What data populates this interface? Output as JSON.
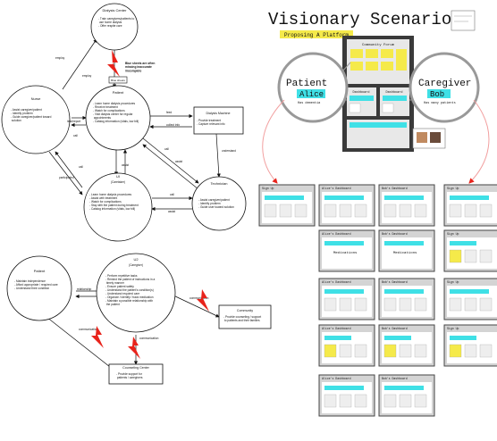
{
  "top_diagram": {
    "nodes": {
      "dialysis_center": {
        "title": "Dialysis Center",
        "lines": [
          "- Train caregivers/patients to",
          "  use home dialysis",
          "- Offer respite care"
        ]
      },
      "nurse": {
        "title": "Nurse",
        "lines": [
          "- Assist caregiver/patient",
          "- Identify problem",
          "- Guide caregiver/patient toward",
          "  solution"
        ]
      },
      "patient": {
        "title": "Patient",
        "lines": [
          "- Learn home dialysis procedures",
          "- Receive treatment",
          "- Watch for complications",
          "- Visit dialysis center for regular",
          "  appointments",
          "- Catalog information (vitals, low bill)"
        ]
      },
      "dialysis_machine": {
        "title": "Dialysis Machine",
        "lines": [
          "- Provide treatment",
          "- Capture relevant info"
        ]
      },
      "ui": {
        "title": "UI",
        "subtitle": "(Caretaker)",
        "lines": [
          "- Learn home dialysis procedures",
          "- Assist with treatment",
          "- Watch for complications",
          "- Stay with the patient during treatment",
          "- Catalog information (vitals, low bill)"
        ]
      },
      "technician": {
        "title": "Technician",
        "lines": [
          "- Assist caregiver/patient",
          "- Identify problem",
          "- Guide user toward solution"
        ]
      }
    },
    "edges": {
      "employ": "employ",
      "employ2": "employ",
      "leachreport": "lead/report",
      "call1": "call",
      "call2": "call",
      "participated": "participated",
      "assist1": "assist",
      "assist2": "assist",
      "feed": "feed",
      "collect": "collect info",
      "call3": "call",
      "call4": "call",
      "assist3": "assist",
      "understand": "understand"
    },
    "note": "Blue sheets are often missing inaccurate /incomplete",
    "note_label": "Blue sheets"
  },
  "bottom_diagram": {
    "nodes": {
      "patient": {
        "title": "Patient",
        "lines": [
          "- Maintain independence",
          "- Afford appropriate / required care",
          "- Understand their condition"
        ]
      },
      "u2": {
        "title": "U2",
        "subtitle": "(Caregiver)",
        "lines": [
          "- Perform repetitive tasks",
          "- Remind the patient of instructions in a",
          "  timely manner",
          "- Ensure patient safety",
          "- Understand the patient's condition(s)",
          "- Understand required care",
          "- Organize / identify / track medication",
          "- Maintain a possible relationship with",
          "  the patient"
        ]
      },
      "community": {
        "title": "Community",
        "lines": [
          "- Provide counseling / support",
          "  to patients and their families"
        ]
      },
      "counseling": {
        "title": "Counseling Center",
        "lines": [
          "- Provide support for",
          "  patients / caregivers"
        ]
      }
    },
    "edges": {
      "relationship": "relationship",
      "communication1": "communication",
      "communication2": "communication",
      "communication3": "communication"
    }
  },
  "visionary": {
    "title": "Visionary Scenario",
    "subtitle": "Proposing A Platform",
    "patient_role": "Patient",
    "patient_name": "Alice",
    "patient_tag": "Has dementia",
    "caregiver_role": "Caregiver",
    "caregiver_name": "Bob",
    "caregiver_tag": "Has many patients",
    "community_forum": "Community Forum",
    "dashboard": "Dashboard",
    "screens": {
      "signup1": "Sign Up",
      "signup2": "Sign Up",
      "alice_dash": "Alice's Dashboard",
      "bob_dash": "Bob's Dashboard",
      "medications": "Medications"
    }
  },
  "colors": {
    "accent": "#3fe0e6",
    "yellow": "#f5ea4a",
    "red": "#e8231b",
    "pink": "#f2a0a0",
    "gray": "#c8c8c8"
  }
}
